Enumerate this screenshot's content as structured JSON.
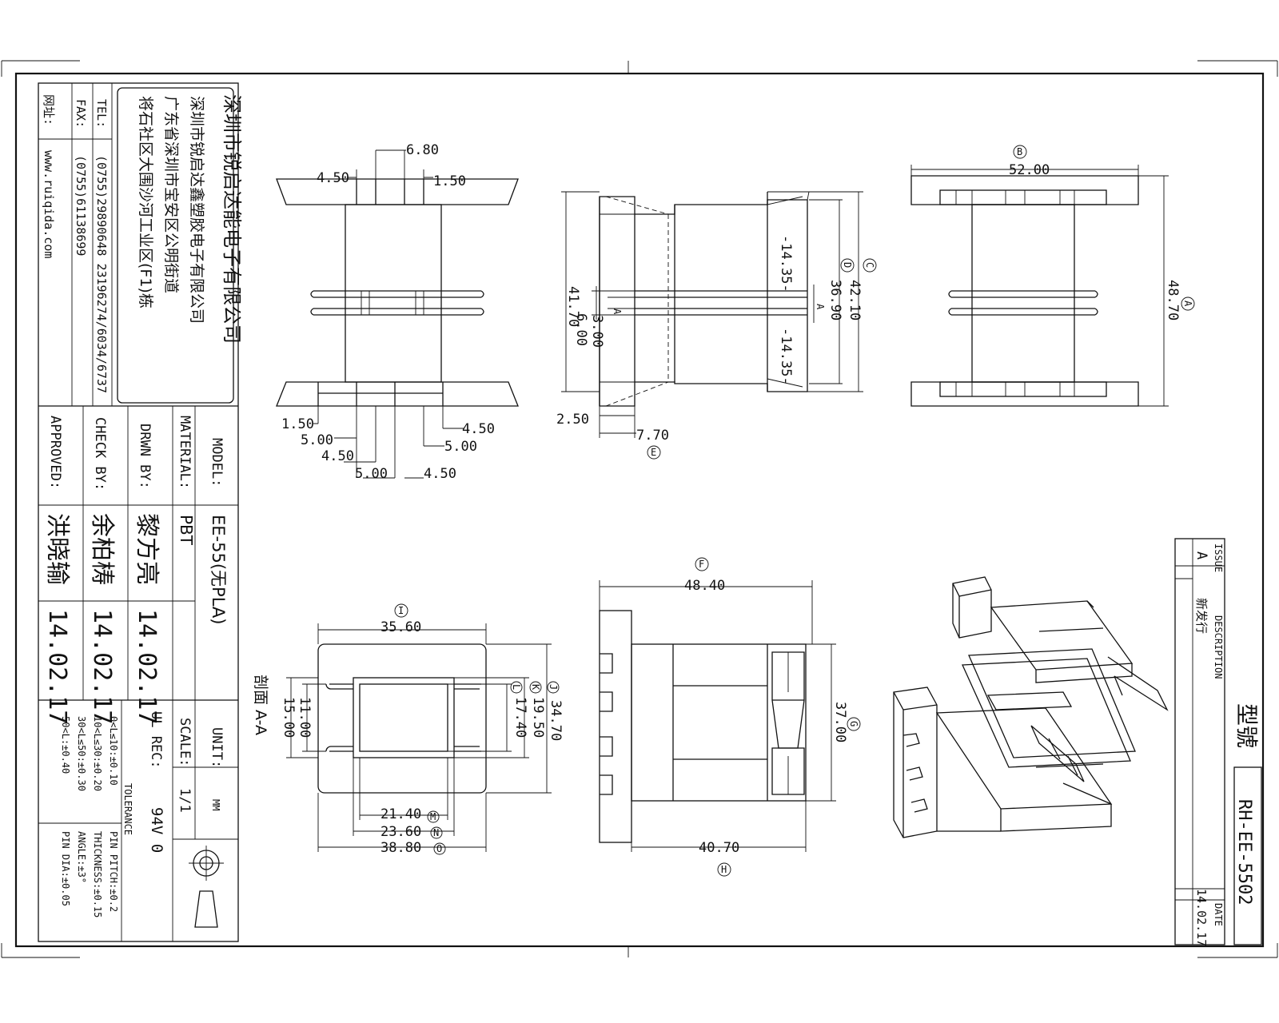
{
  "company": {
    "name_cn": "深圳市锐启达能电子有限公司",
    "name_cn2": "深圳市锐启达鑫塑胶电子有限公司",
    "address1": "广东省深圳市宝安区公明街道",
    "address2": "将石社区大围沙河工业区(F1)栋",
    "tel_label": "TEL:",
    "tel": "(0755)29890648 23196274/6034/6737",
    "fax_label": "FAX:",
    "fax": "(0755)61138699",
    "web_label": "网址:",
    "web": "www.ruiqida.com"
  },
  "title_block": {
    "model_label": "MODEL:",
    "model": "EE-55(无PLA)",
    "material_label": "MATERIAL:",
    "material": "PBT",
    "drwn_label": "DRWN BY:",
    "drwn": "黎方亮",
    "drwn_date": "14.02.17",
    "check_label": "CHECK BY:",
    "check": "余柏梼",
    "check_date": "14.02.17",
    "approved_label": "APPROVED:",
    "approved": "洪晓输",
    "approved_date": "14.02.17",
    "unit_label": "UNIT:",
    "unit": "MM",
    "scale_label": "SCALE:",
    "scale": "1/1",
    "ul_label": "UL REC:",
    "ul": "94V 0",
    "tolerance_label": "TOLERANCE",
    "tol": [
      "0<L≤10:±0.10",
      "10<L≤30:±0.20",
      "30<L≤50:±0.30",
      "50<L:±0.40"
    ],
    "tol2": [
      "PIN PITCH:±0.2",
      "THICKNESS:±0.15",
      "ANGLE:±3°",
      "PIN DIA:±0.05"
    ]
  },
  "revision": {
    "issue_label": "ISSUE",
    "issue": "A",
    "desc_label": "DESCRIPTION",
    "desc": "新发行",
    "date_label": "DATE",
    "date": "14.02.17"
  },
  "part": {
    "label": "型號",
    "number": "RH-EE-5502"
  },
  "dims": {
    "d680": "6.80",
    "d450a": "4.50",
    "d150a": "1.50",
    "d150b": "1.50",
    "d500a": "5.00",
    "d450b": "4.50",
    "d500b": "5.00",
    "d450c": "4.50",
    "d500c": "5.00",
    "d450d": "4.50",
    "d4170": "41.70",
    "d300": "3.00",
    "d600": "6.00",
    "d1435a": "-14.35-",
    "d1435b": "-14.35-",
    "d3690": "36.90",
    "d4210": "42.10",
    "d250": "2.50",
    "d770": "7.70",
    "d5200": "52.00",
    "d4870": "48.70",
    "d3560": "35.60",
    "d1100": "11.00",
    "d1500": "15.00",
    "d3470": "34.70",
    "d1950": "19.50",
    "d1740": "17.40",
    "d2140": "21.40",
    "d2360": "23.60",
    "d3880": "38.80",
    "d4840": "48.40",
    "d3700": "37.00",
    "d4070": "40.70",
    "sec": "剖面 A-A",
    "a": "A",
    "cB": "B",
    "cA": "A",
    "cC": "C",
    "cD": "D",
    "cE": "E",
    "cF": "F",
    "cG": "G",
    "cH": "H",
    "cI": "I",
    "cJ": "J",
    "cK": "K",
    "cL": "L",
    "cM": "M",
    "cN": "N",
    "cO": "O"
  }
}
